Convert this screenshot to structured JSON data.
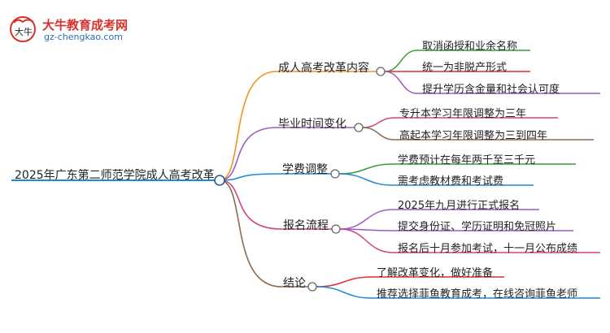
{
  "logo": {
    "brand_name": "大牛教育成考网",
    "url": "gz-chengkao.com",
    "icon_name": "bull-logo-icon",
    "mark_text": "大牛"
  },
  "root": {
    "label": "2025年广东第二师范学院成人高考改革"
  },
  "branches": [
    {
      "label": "成人高考改革内容",
      "color": "#f0921e",
      "leaves": [
        {
          "label": "取消函授和业余名称",
          "color": "#3a9b3a"
        },
        {
          "label": "统一为非脱产形式",
          "color": "#d9312b"
        },
        {
          "label": "提升学历含金量和社会认可度",
          "color": "#9b59c6"
        }
      ]
    },
    {
      "label": "毕业时间变化",
      "color": "#9b59c6",
      "leaves": [
        {
          "label": "专升本学习年限调整为三年",
          "color": "#d1447f"
        },
        {
          "label": "高起本学习年限调整为三到四年",
          "color": "#8b6a52"
        }
      ]
    },
    {
      "label": "学费调整",
      "color": "#1e88d9",
      "leaves": [
        {
          "label": "学费预计在每年两千至三千元",
          "color": "#3a9b3a"
        },
        {
          "label": "需考虑教材费和考试费",
          "color": "#1e88d9"
        }
      ]
    },
    {
      "label": "报名流程",
      "color": "#d1447f",
      "leaves": [
        {
          "label": "2025年九月进行正式报名",
          "color": "#9b59c6"
        },
        {
          "label": "提交身份证、学历证明和免冠照片",
          "color": "#9b59c6"
        },
        {
          "label": "报名后十月参加考试，十一月公布成绩",
          "color": "#d1447f"
        }
      ]
    },
    {
      "label": "结论",
      "color": "#8b6a52",
      "leaves": [
        {
          "label": "了解改革变化，做好准备",
          "color": "#d9312b"
        },
        {
          "label": "推荐选择菲鱼教育成考，在线咨询菲鱼老师",
          "color": "#1e88d9"
        }
      ]
    }
  ]
}
